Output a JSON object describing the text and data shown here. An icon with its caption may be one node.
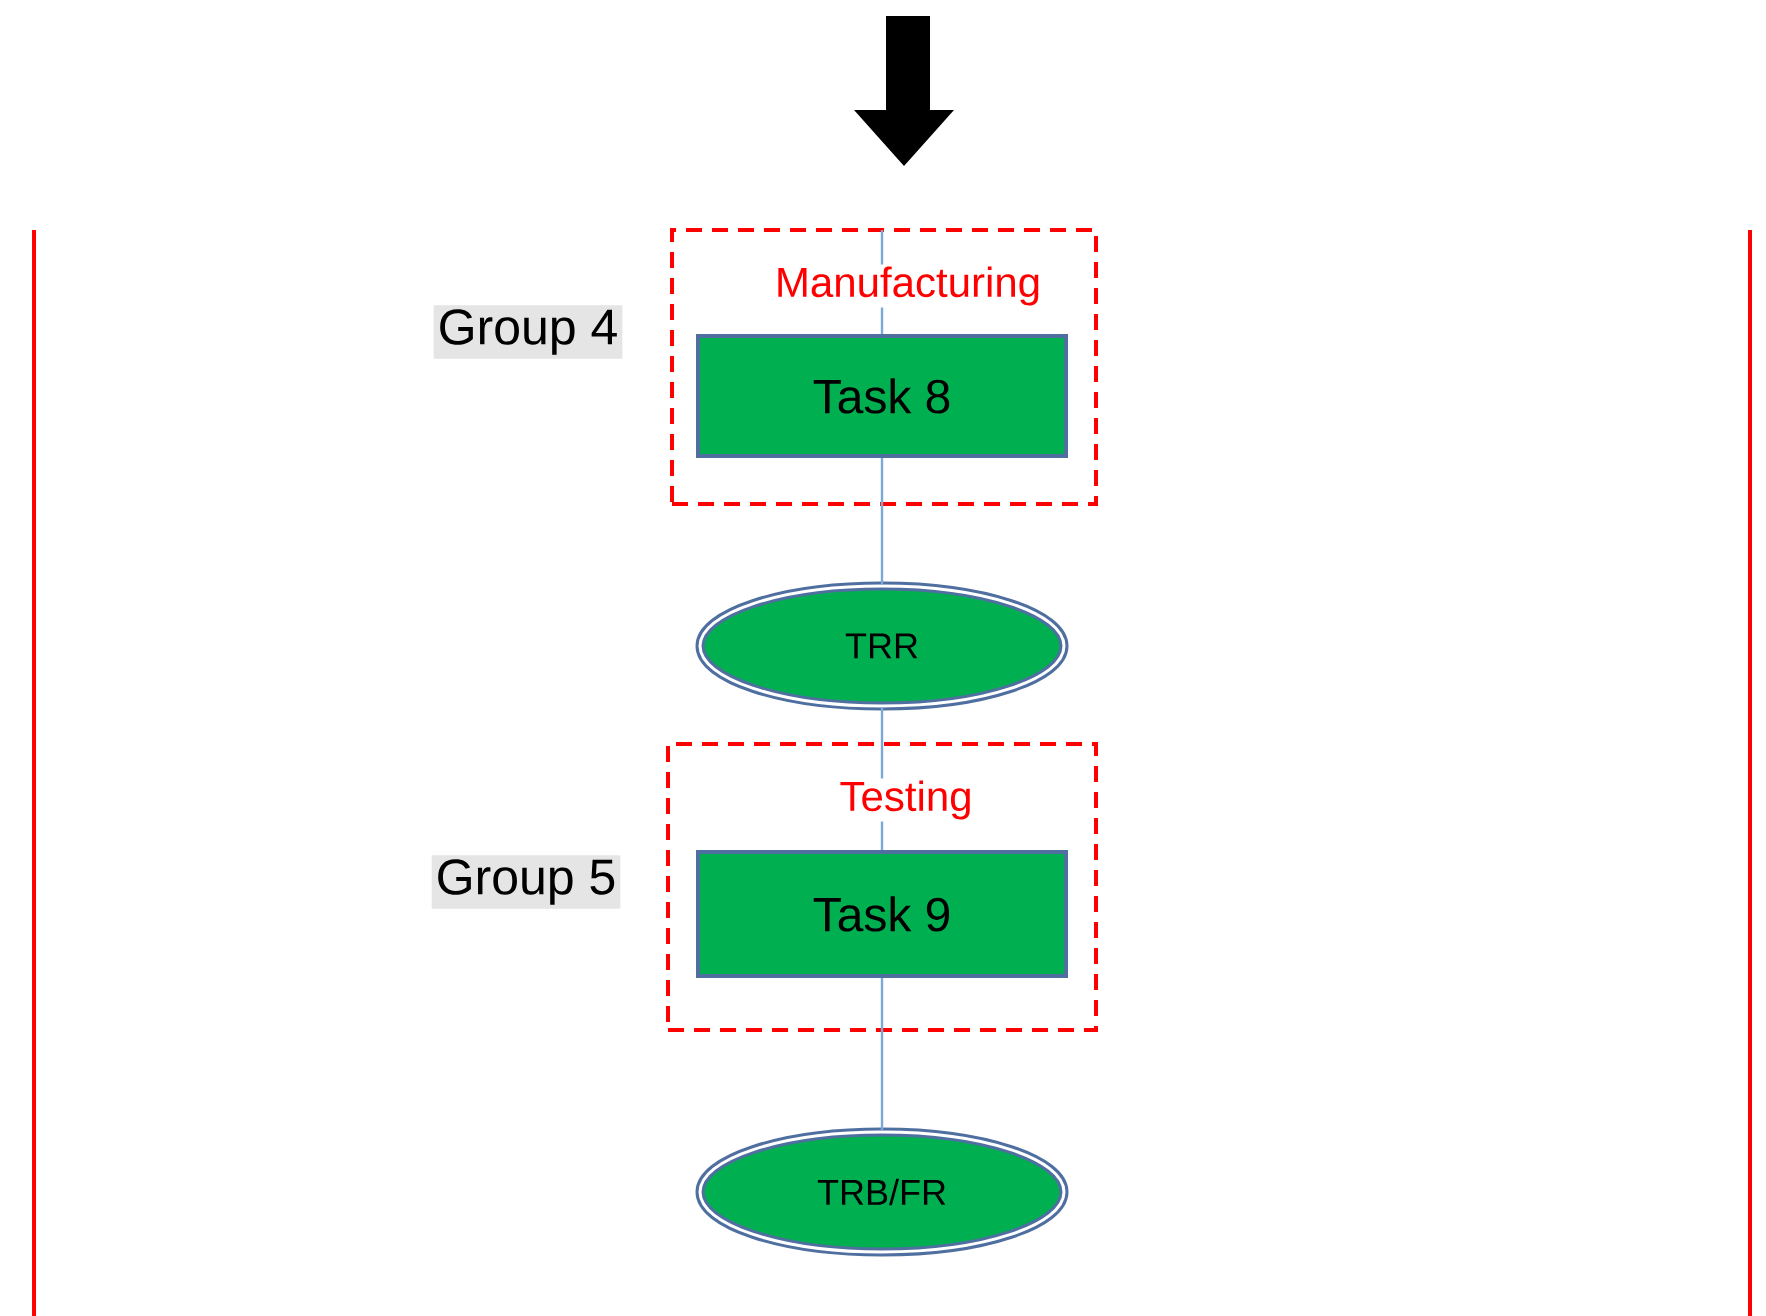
{
  "diagram": {
    "nodes": [
      {
        "text": [
          "Manufacturing"
        ]
      },
      {
        "text": [
          "Task  8"
        ],
        "in": 0
      },
      {
        "text": [
          "TRR"
        ]
      },
      {
        "text": [
          "Testing"
        ]
      },
      {
        "text": [
          "Task  9"
        ],
        "in": 3
      },
      {
        "text": [
          "TRB/FR"
        ]
      }
    ],
    "edges": [
      {
        "from": null,
        "to": 1,
        "arrow": "none"
      },
      {
        "from": 1,
        "to": 2,
        "arrow": "none"
      },
      {
        "from": 2,
        "to": 4,
        "arrow": "none"
      },
      {
        "from": 4,
        "to": 5,
        "arrow": "none"
      }
    ],
    "labels": [
      "Group 4",
      "Group 5"
    ]
  }
}
